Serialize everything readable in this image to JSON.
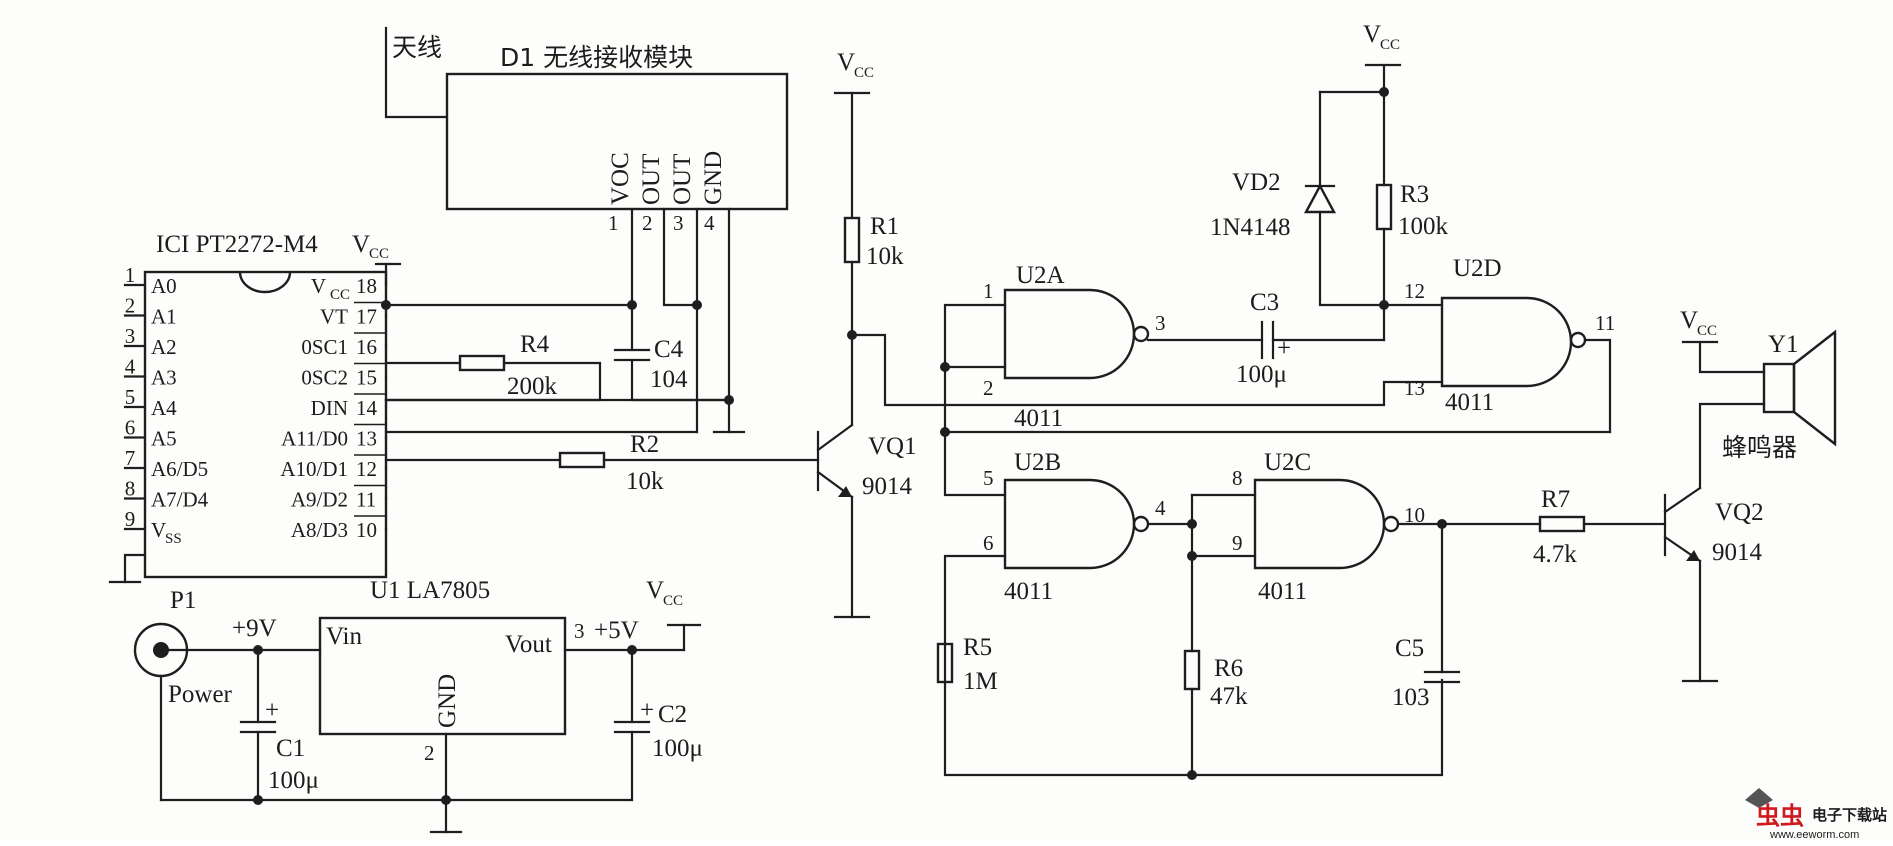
{
  "antenna": "天线",
  "d1": {
    "title": "D1 无线接收模块",
    "pin_names": [
      "VOC",
      "OUT",
      "OUT",
      "GND"
    ],
    "pin_numbers": [
      "1",
      "2",
      "3",
      "4"
    ]
  },
  "ic1": {
    "title": "ICI PT2272-M4",
    "left_pins": [
      {
        "num": "1",
        "name": "A0"
      },
      {
        "num": "2",
        "name": "A1"
      },
      {
        "num": "3",
        "name": "A2"
      },
      {
        "num": "4",
        "name": "A3"
      },
      {
        "num": "5",
        "name": "A4"
      },
      {
        "num": "6",
        "name": "A5"
      },
      {
        "num": "7",
        "name": "A6/D5"
      },
      {
        "num": "8",
        "name": "A7/D4"
      },
      {
        "num": "9",
        "name": "V",
        "sub": "SS"
      }
    ],
    "right_pins": [
      {
        "num": "18",
        "name": "V",
        "sub": "CC"
      },
      {
        "num": "17",
        "name": "VT"
      },
      {
        "num": "16",
        "name": "0SC1"
      },
      {
        "num": "15",
        "name": "0SC2"
      },
      {
        "num": "14",
        "name": "DIN"
      },
      {
        "num": "13",
        "name": "A11/D0"
      },
      {
        "num": "12",
        "name": "A10/D1"
      },
      {
        "num": "11",
        "name": "A9/D2"
      },
      {
        "num": "10",
        "name": "A8/D3"
      }
    ]
  },
  "vcc": {
    "main": "V",
    "sub": "CC"
  },
  "components": {
    "r1": {
      "ref": "R1",
      "value": "10k"
    },
    "r2": {
      "ref": "R2",
      "value": "10k"
    },
    "r3": {
      "ref": "R3",
      "value": "100k"
    },
    "r4": {
      "ref": "R4",
      "value": "200k"
    },
    "r5": {
      "ref": "R5",
      "value": "1M"
    },
    "r6": {
      "ref": "R6",
      "value": "47k"
    },
    "r7": {
      "ref": "R7",
      "value": "4.7k"
    },
    "c1": {
      "ref": "C1",
      "value": "100μ"
    },
    "c2": {
      "ref": "C2",
      "value": "100μ"
    },
    "c3": {
      "ref": "C3",
      "value": "100μ"
    },
    "c4": {
      "ref": "C4",
      "value": "104"
    },
    "c5": {
      "ref": "C5",
      "value": "103"
    },
    "vd2": {
      "ref": "VD2",
      "value": "1N4148"
    },
    "vq1": {
      "ref": "VQ1",
      "value": "9014"
    },
    "vq2": {
      "ref": "VQ2",
      "value": "9014"
    },
    "y1": {
      "ref": "Y1",
      "value": "蜂鸣器"
    },
    "p1": {
      "ref": "P1",
      "value": "Power"
    }
  },
  "gates": {
    "u2a": {
      "ref": "U2A",
      "part": "4011",
      "in1": "1",
      "in2": "2",
      "out": "3"
    },
    "u2b": {
      "ref": "U2B",
      "part": "4011",
      "in1": "5",
      "in2": "6",
      "out": "4"
    },
    "u2c": {
      "ref": "U2C",
      "part": "4011",
      "in1": "8",
      "in2": "9",
      "out": "10"
    },
    "u2d": {
      "ref": "U2D",
      "part": "4011",
      "in1": "12",
      "in2": "13",
      "out": "11"
    }
  },
  "regulator": {
    "title": "U1  LA7805",
    "vin": "Vin",
    "gnd": "GND",
    "vout": "Vout",
    "pin3": "3",
    "pin2": "2",
    "in_voltage": "+9V",
    "out_voltage": "+5V"
  },
  "polarity": "+",
  "watermark": {
    "logo": "电子下载站",
    "url": "www.eeworm.com"
  }
}
